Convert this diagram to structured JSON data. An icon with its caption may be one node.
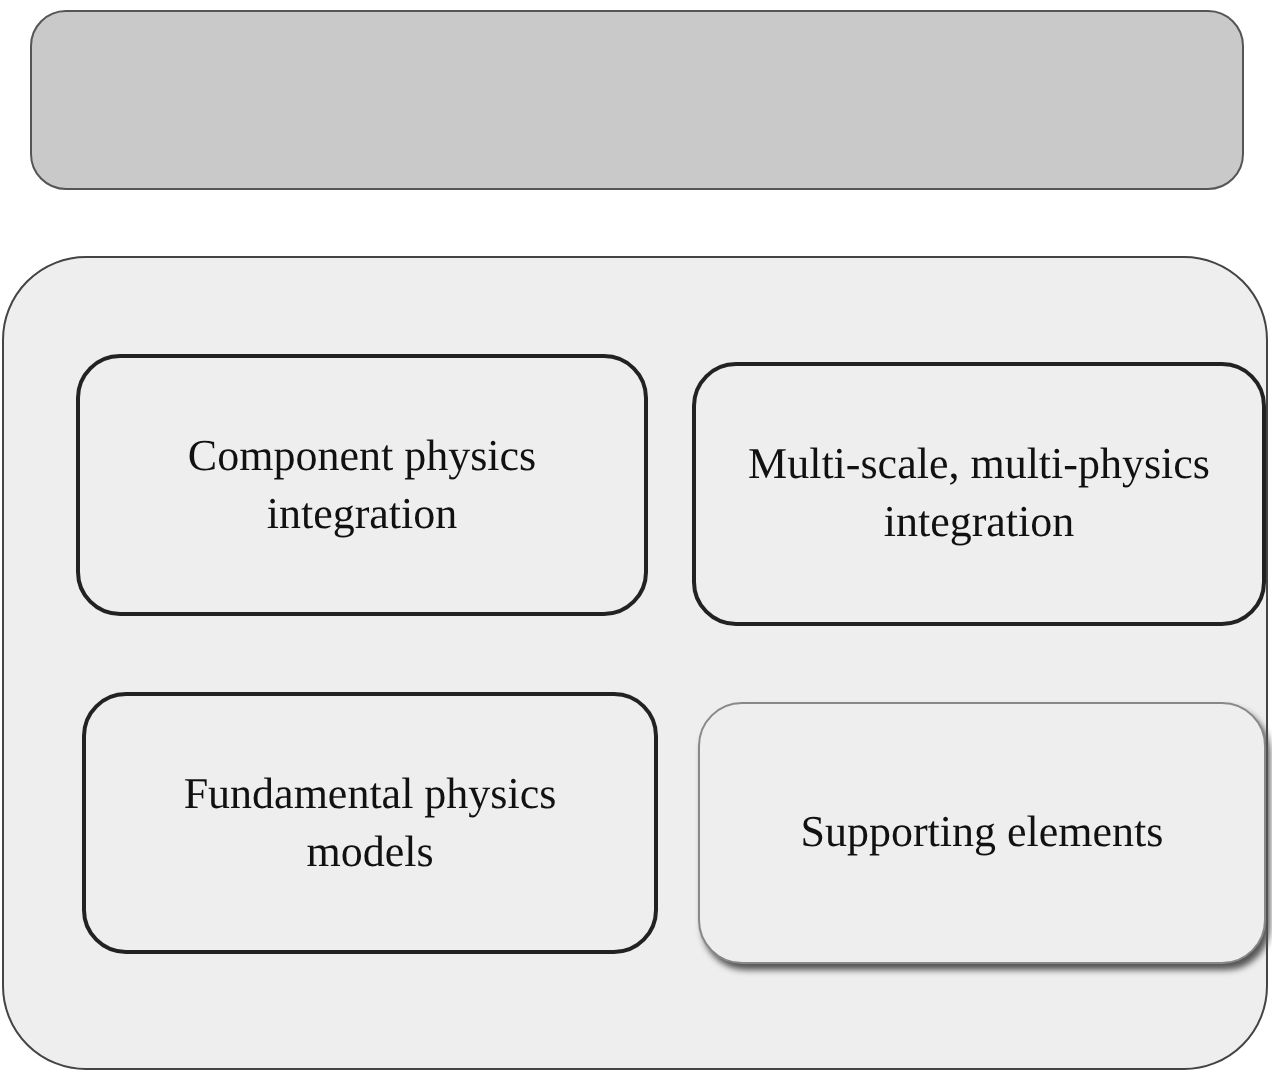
{
  "diagram": {
    "nodes": [
      {
        "text": [],
        "shape": "box"
      },
      {
        "text": [],
        "shape": "box"
      },
      {
        "text": [
          "Component physics integration"
        ],
        "in": 1
      },
      {
        "text": [
          "Multi-scale, multi-physics integration"
        ],
        "in": 1
      },
      {
        "text": [
          "Fundamental physics models"
        ],
        "in": 1
      },
      {
        "text": [
          "Supporting elements"
        ],
        "in": 1
      }
    ]
  }
}
